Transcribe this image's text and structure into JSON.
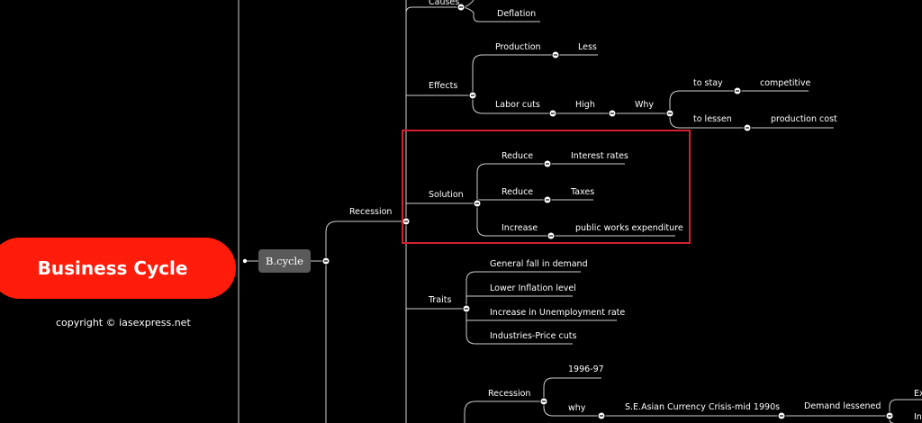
{
  "root": {
    "title": "Business Cycle",
    "copyright": "copyright © iasexpress.net"
  },
  "level1": {
    "label": "B.cycle"
  },
  "recession": {
    "label": "Recession",
    "causes": {
      "label": "Causes",
      "items": [
        "Deflation"
      ]
    },
    "effects": {
      "label": "Effects",
      "production": {
        "label": "Production",
        "child": "Less"
      },
      "labor_cuts": {
        "label": "Labor cuts",
        "high": "High",
        "why": "Why",
        "to_stay": {
          "label": "to stay",
          "child": "competitive"
        },
        "to_lessen": {
          "label": "to lessen",
          "child": "production cost"
        }
      }
    },
    "solution": {
      "label": "Solution",
      "items": [
        {
          "label": "Reduce",
          "child": "Interest rates"
        },
        {
          "label": "Reduce",
          "child": "Taxes"
        },
        {
          "label": "Increase",
          "child": "public works expenditure"
        }
      ]
    },
    "traits": {
      "label": "Traits",
      "items": [
        "General fall in demand",
        "Lower Inflation level",
        "Increase in Unemployment rate",
        "Industries-Price cuts"
      ]
    }
  },
  "example": {
    "label": "Recession",
    "year": "1996-97",
    "why": "why",
    "crisis": "S.E.Asian Currency Crisis-mid 1990s",
    "demand": "Demand lessened",
    "cut1": "Ex",
    "cut2": "In"
  }
}
